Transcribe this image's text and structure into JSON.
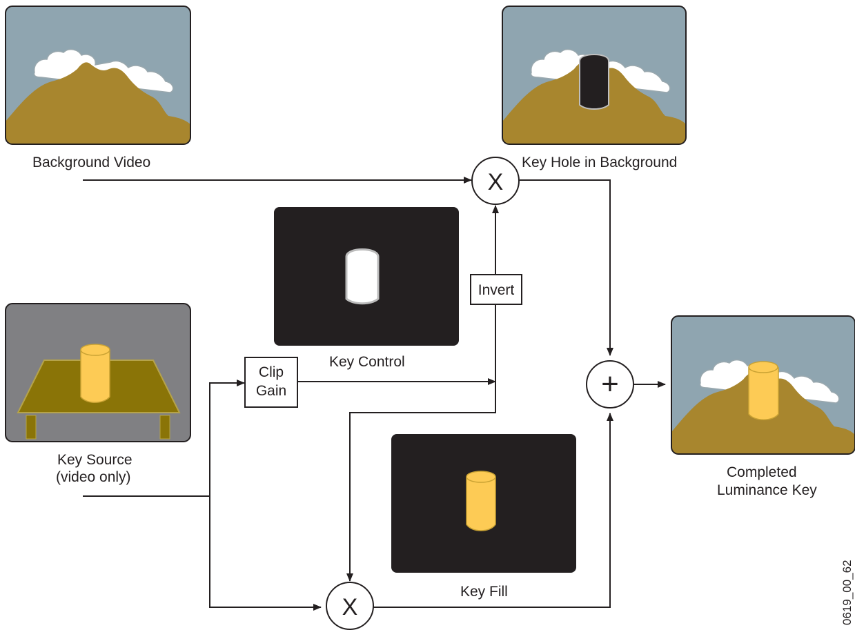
{
  "colors": {
    "sky": "#8fa5b0",
    "mountain": "#a8862e",
    "cloud": "#ffffff",
    "key_source_bg": "#808083",
    "table": "#8a7407",
    "cylinder": "#fdcb55",
    "black_panel": "#231f20",
    "stroke": "#231f20"
  },
  "labels": {
    "background_video": "Background Video",
    "key_hole": "Key Hole in Background",
    "key_control": "Key Control",
    "key_source_line1": "Key Source",
    "key_source_line2": "(video only)",
    "key_fill": "Key Fill",
    "completed_line1": "Completed",
    "completed_line2": "Luminance Key",
    "clip_line1": "Clip",
    "clip_line2": "Gain",
    "invert": "Invert",
    "figure_id": "0619_00_62"
  },
  "operators": {
    "multiply_top": "X",
    "multiply_bottom": "X",
    "add": "+"
  }
}
